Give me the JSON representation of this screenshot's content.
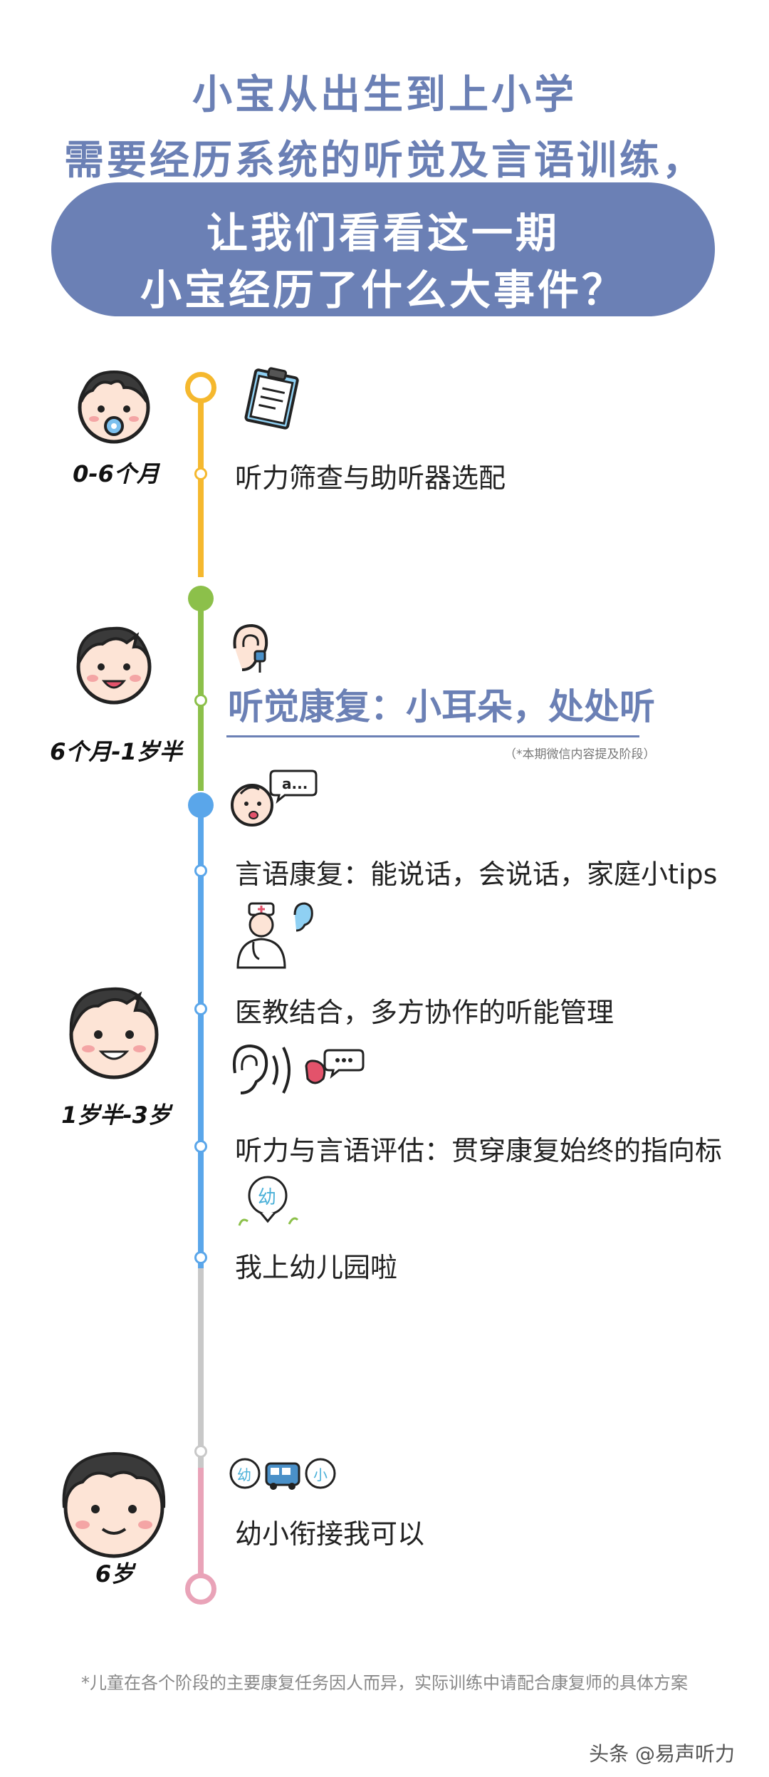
{
  "header": {
    "line1": "小宝从出生到上小学",
    "line2": "需要经历系统的听觉及言语训练，",
    "pill_line1": "让我们看看这一期",
    "pill_line2": "小宝经历了什么大事件？"
  },
  "stages": [
    {
      "label": "0-6个月"
    },
    {
      "label": "6个月-1岁半"
    },
    {
      "label": "1岁半-3岁"
    },
    {
      "label": "6岁"
    }
  ],
  "events": [
    {
      "text": "听力筛查与助听器选配"
    },
    {
      "text": "听觉康复：小耳朵，处处听",
      "note": "（*本期微信内容提及阶段）"
    },
    {
      "text": "言语康复：能说话，会说话，家庭小tips"
    },
    {
      "text": "医教结合，多方协作的听能管理"
    },
    {
      "text": "听力与言语评估：贯穿康复始终的指向标"
    },
    {
      "text": "我上幼儿园啦"
    },
    {
      "text": "幼小衔接我可以"
    }
  ],
  "icons": {
    "bubble_text": "a...",
    "kindergarten_char": "幼",
    "school_char_left": "幼",
    "school_char_right": "小"
  },
  "colors": {
    "accent": "#6b80b5",
    "stage1": "#f5b82e",
    "stage2": "#8cc04a",
    "stage3": "#5aa6ea",
    "stage4": "#c8c8c8",
    "stage5": "#e9a3b8"
  },
  "footer": {
    "disclaimer": "*儿童在各个阶段的主要康复任务因人而异，实际训练中请配合康复师的具体方案",
    "brand": "头条 @易声听力"
  }
}
